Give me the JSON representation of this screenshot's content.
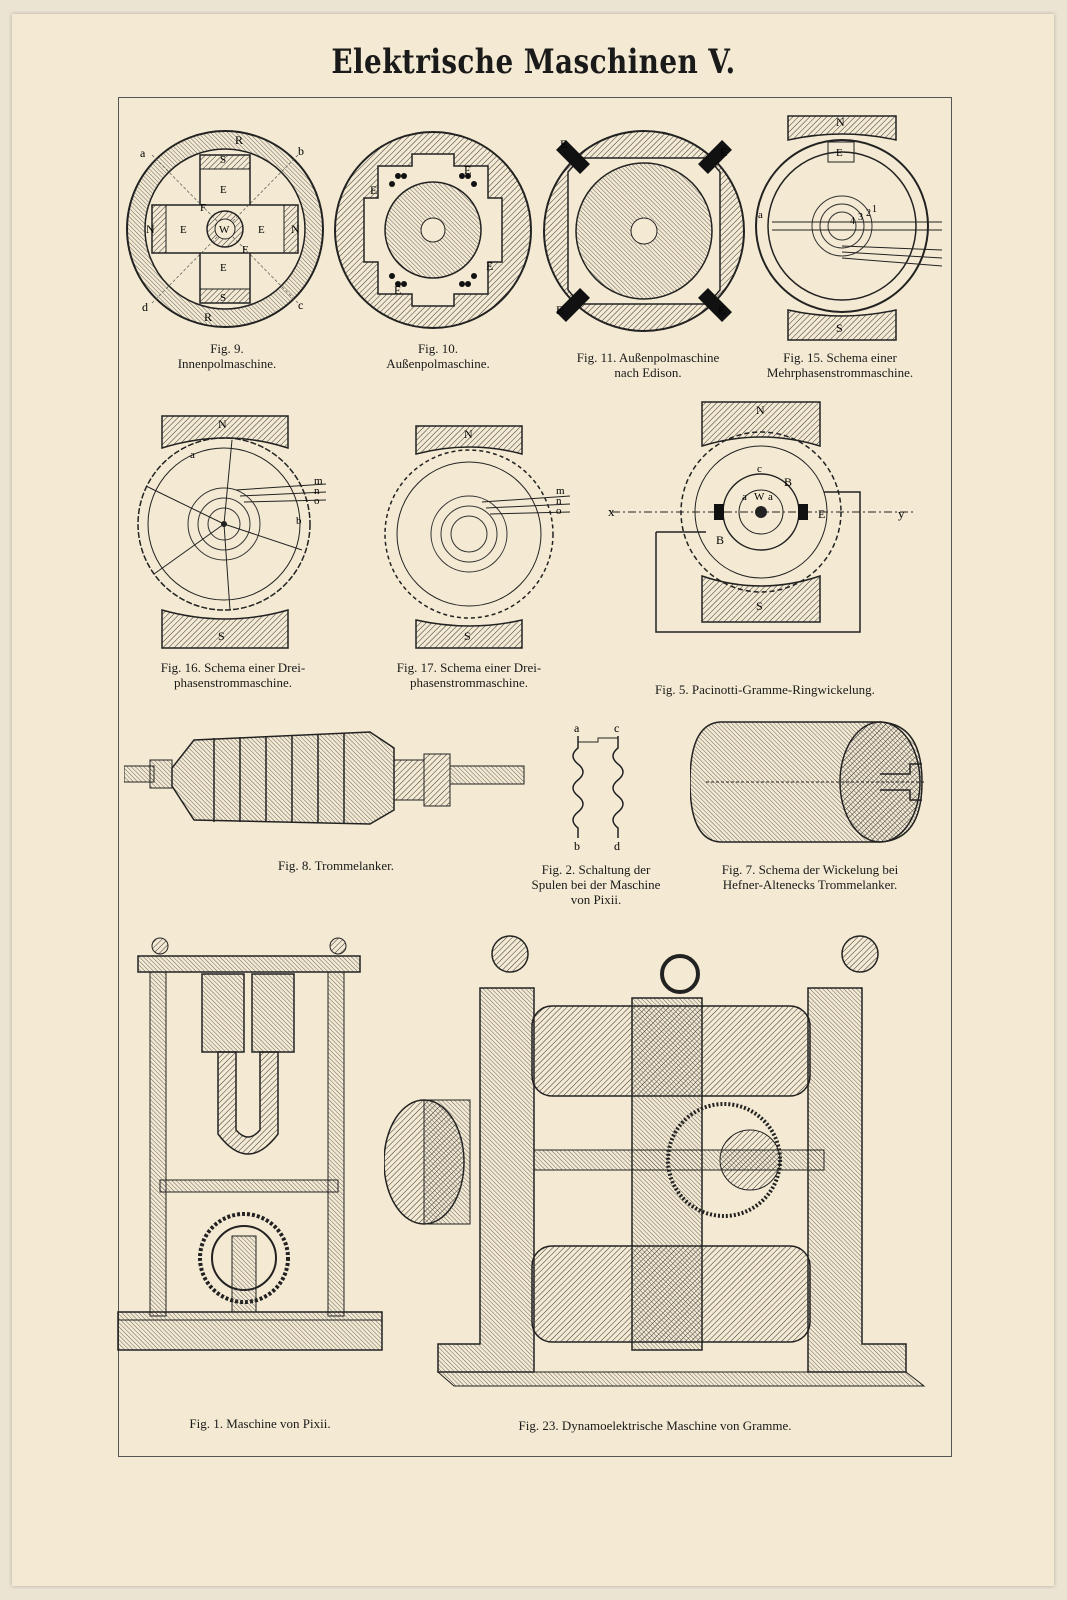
{
  "title": "Elektrische Maschinen V.",
  "figures": [
    {
      "id": "fig9",
      "caption": "Fig. 9.\nInnenpolmaschine.",
      "labels": [
        "a",
        "b",
        "c",
        "d",
        "R",
        "R",
        "S",
        "S",
        "E",
        "E",
        "E",
        "E",
        "N",
        "N",
        "F",
        "F",
        "W"
      ]
    },
    {
      "id": "fig10",
      "caption": "Fig. 10.\nAußenpolmaschine.",
      "labels": [
        "E",
        "E",
        "E",
        "E"
      ]
    },
    {
      "id": "fig11",
      "caption": "Fig. 11.  Außenpolmaschine\nnach Edison.",
      "labels": [
        "E",
        "E",
        "E",
        "E"
      ]
    },
    {
      "id": "fig15",
      "caption": "Fig. 15.  Schema einer\nMehrphasenstrommaschine.",
      "labels": [
        "N",
        "S",
        "E",
        "1",
        "2",
        "3",
        "4",
        "a"
      ]
    },
    {
      "id": "fig16",
      "caption": "Fig. 16.  Schema einer Drei-\nphasenstrommaschine.",
      "labels": [
        "N",
        "S",
        "a",
        "b",
        "m",
        "n",
        "o"
      ]
    },
    {
      "id": "fig17",
      "caption": "Fig. 17.  Schema einer Drei-\nphasenstrommaschine.",
      "labels": [
        "N",
        "S",
        "m",
        "n",
        "o"
      ]
    },
    {
      "id": "fig5",
      "caption": "Fig. 5.   Pacinotti-Gramme-Ringwickelung.",
      "labels": [
        "N",
        "S",
        "x",
        "y",
        "E",
        "B",
        "B",
        "c",
        "a",
        "W",
        "a"
      ]
    },
    {
      "id": "fig8",
      "caption": "Fig. 8.   Trommelanker."
    },
    {
      "id": "fig2",
      "caption": "Fig. 2.  Schaltung der\nSpulen bei der Maschine\nvon Pixii.",
      "labels": [
        "a",
        "c",
        "b",
        "d"
      ]
    },
    {
      "id": "fig7",
      "caption": "Fig. 7.  Schema der Wickelung bei\nHefner-Altenecks Trommelanker."
    },
    {
      "id": "fig1",
      "caption": "Fig. 1.   Maschine von Pixii."
    },
    {
      "id": "fig23",
      "caption": "Fig. 23.  Dynamoelektrische Maschine von Gramme."
    }
  ],
  "colors": {
    "ink": "#1e1e1e",
    "paper": "#f4ead3",
    "shade": "#8a8a8a"
  }
}
